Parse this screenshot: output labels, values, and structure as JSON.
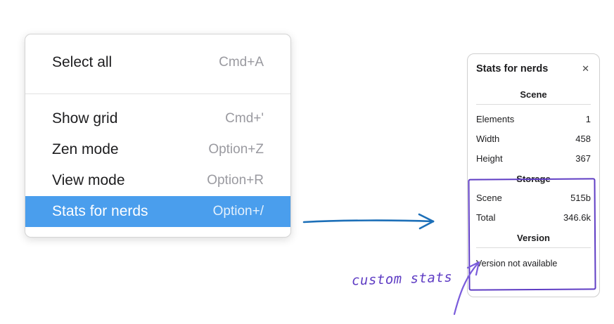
{
  "menu": {
    "items": [
      {
        "label": "Select all",
        "shortcut": "Cmd+A"
      },
      {
        "label": "Show grid",
        "shortcut": "Cmd+'"
      },
      {
        "label": "Zen mode",
        "shortcut": "Option+Z"
      },
      {
        "label": "View mode",
        "shortcut": "Option+R"
      },
      {
        "label": "Stats for nerds",
        "shortcut": "Option+/"
      }
    ]
  },
  "panel": {
    "title": "Stats for nerds",
    "close_glyph": "✕",
    "scene": {
      "heading": "Scene",
      "rows": [
        {
          "label": "Elements",
          "value": "1"
        },
        {
          "label": "Width",
          "value": "458"
        },
        {
          "label": "Height",
          "value": "367"
        }
      ]
    },
    "storage": {
      "heading": "Storage",
      "rows": [
        {
          "label": "Scene",
          "value": "515b"
        },
        {
          "label": "Total",
          "value": "346.6k"
        }
      ]
    },
    "version": {
      "heading": "Version",
      "note": "Version not available"
    }
  },
  "annotation": {
    "label": "custom stats"
  },
  "colors": {
    "selection_blue": "#4a9eed",
    "arrow_blue": "#1c6fb8",
    "annotation_purple": "#5f3dc4",
    "annotation_arrow_purple": "#7a5cdb"
  }
}
